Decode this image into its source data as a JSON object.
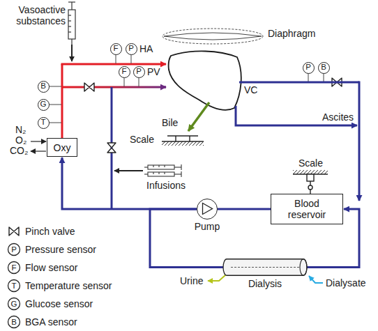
{
  "diagram": {
    "nodes": [
      {
        "text": [
          "F"
        ]
      },
      {
        "text": [
          "P"
        ]
      },
      {
        "text": [
          "F"
        ]
      },
      {
        "text": [
          "P"
        ]
      },
      {
        "text": [
          "P"
        ]
      },
      {
        "text": [
          "B"
        ]
      },
      {
        "text": [
          "B"
        ]
      },
      {
        "text": [
          "G"
        ]
      },
      {
        "text": [
          "T"
        ]
      },
      {
        "text": [
          "Oxy"
        ]
      },
      {
        "text": [
          "Blood reservoir"
        ]
      },
      {
        "text": [
          "Pump"
        ]
      },
      {
        "text": [
          "Dialysis"
        ]
      }
    ],
    "edges": [
      {
        "from": 10,
        "to": 11,
        "arrow": "none"
      },
      {
        "from": 11,
        "to": 9,
        "arrow": "to"
      },
      {
        "from": 11,
        "to": 12,
        "arrow": "none"
      },
      {
        "from": 12,
        "to": 10,
        "arrow": "to"
      }
    ],
    "labels": [
      "Vasoactive substances",
      "Diaphragm",
      "HA",
      "PV",
      "VC",
      "Bile",
      "Scale",
      "Ascites",
      "Scale",
      "Infusions",
      "Urine",
      "Dialysate",
      "N₂",
      "O₂",
      "CO₂",
      "P",
      "F",
      "T",
      "G",
      "B"
    ],
    "legend": [
      {
        "text": "Pinch valve"
      },
      {
        "text": "Pressure sensor"
      },
      {
        "text": "Flow sensor"
      },
      {
        "text": "Temperature sensor"
      },
      {
        "text": "Glucose sensor"
      },
      {
        "text": "BGA sensor"
      }
    ]
  }
}
